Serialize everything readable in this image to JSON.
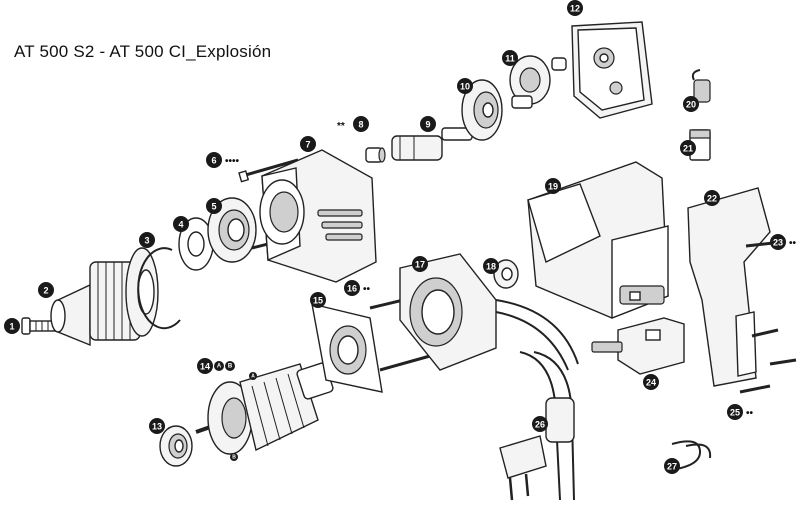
{
  "title": "AT 500 S2  - AT 500 CI_Explosión",
  "parts": [
    {
      "n": "1"
    },
    {
      "n": "2"
    },
    {
      "n": "3"
    },
    {
      "n": "4"
    },
    {
      "n": "5"
    },
    {
      "n": "6",
      "marks": "••••"
    },
    {
      "n": "7"
    },
    {
      "n": "8",
      "prefix": "**"
    },
    {
      "n": "9"
    },
    {
      "n": "10"
    },
    {
      "n": "11"
    },
    {
      "n": "12"
    },
    {
      "n": "13"
    },
    {
      "n": "14",
      "sub": [
        "A",
        "B"
      ]
    },
    {
      "n": "15"
    },
    {
      "n": "16",
      "marks": "••"
    },
    {
      "n": "17"
    },
    {
      "n": "18"
    },
    {
      "n": "19"
    },
    {
      "n": "20"
    },
    {
      "n": "21"
    },
    {
      "n": "22"
    },
    {
      "n": "23",
      "marks": "••"
    },
    {
      "n": "24"
    },
    {
      "n": "25",
      "marks": "••"
    },
    {
      "n": "26"
    },
    {
      "n": "27"
    }
  ],
  "markers": [
    "A",
    "B"
  ]
}
